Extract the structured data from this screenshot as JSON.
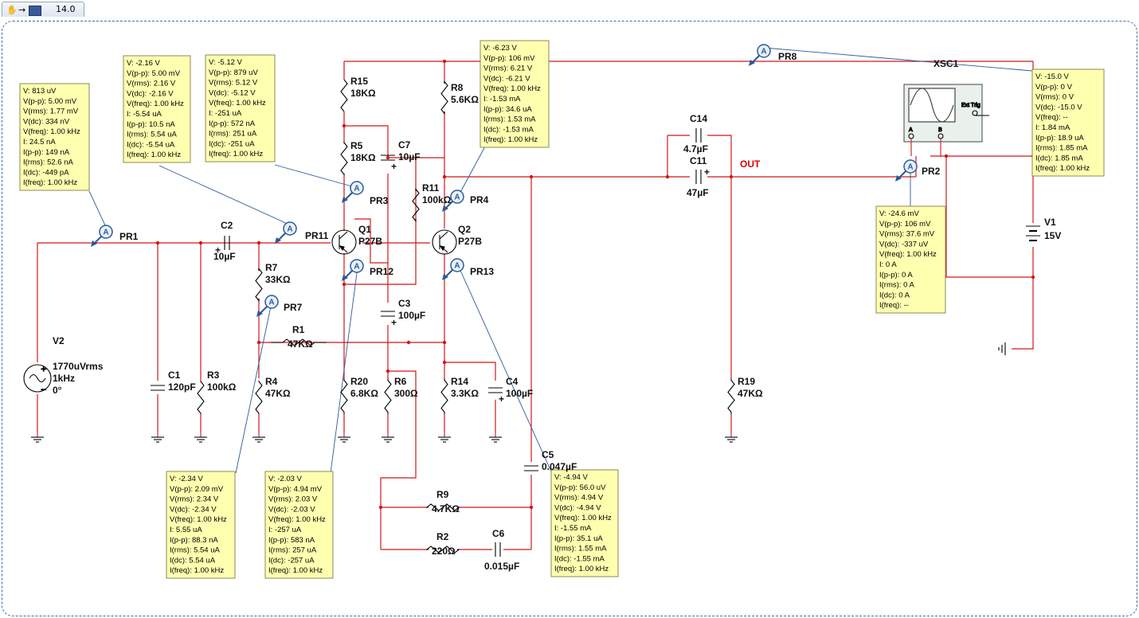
{
  "tab": {
    "zoom": "14.0"
  },
  "labels": {
    "out": "OUT",
    "xsc1": "XSC1",
    "v1_name": "V1",
    "v1_val": "15V",
    "v2_name": "V2",
    "v2_l1": "1770uVrms",
    "v2_l2": "1kHz",
    "v2_l3": "0°",
    "ext_trig": "Ext Trig",
    "ch_a": "A",
    "ch_b": "B"
  },
  "components": [
    {
      "id": "r15",
      "name": "R15",
      "value": "18KΩ"
    },
    {
      "id": "r5",
      "name": "R5",
      "value": "18KΩ"
    },
    {
      "id": "r8",
      "name": "R8",
      "value": "5.6KΩ"
    },
    {
      "id": "r11",
      "name": "R11",
      "value": "100kΩ"
    },
    {
      "id": "r7",
      "name": "R7",
      "value": "33KΩ"
    },
    {
      "id": "r1",
      "name": "R1",
      "value": "47KΩ"
    },
    {
      "id": "r3",
      "name": "R3",
      "value": "100kΩ"
    },
    {
      "id": "r4",
      "name": "R4",
      "value": "47KΩ"
    },
    {
      "id": "r20",
      "name": "R20",
      "value": "6.8KΩ"
    },
    {
      "id": "r6",
      "name": "R6",
      "value": "300Ω"
    },
    {
      "id": "r14",
      "name": "R14",
      "value": "3.3KΩ"
    },
    {
      "id": "r19",
      "name": "R19",
      "value": "47KΩ"
    },
    {
      "id": "r9",
      "name": "R9",
      "value": "4.7KΩ"
    },
    {
      "id": "r2",
      "name": "R2",
      "value": "220Ω"
    },
    {
      "id": "c1",
      "name": "C1",
      "value": "120pF"
    },
    {
      "id": "c2",
      "name": "C2",
      "value": "10µF"
    },
    {
      "id": "c7",
      "name": "C7",
      "value": "10µF"
    },
    {
      "id": "c3",
      "name": "C3",
      "value": "100µF"
    },
    {
      "id": "c4",
      "name": "C4",
      "value": "100µF"
    },
    {
      "id": "c5",
      "name": "C5",
      "value": "0.047µF"
    },
    {
      "id": "c6",
      "name": "C6",
      "value": "0.015µF"
    },
    {
      "id": "c14",
      "name": "C14",
      "value": "4.7µF"
    },
    {
      "id": "c11",
      "name": "C11",
      "value": "47µF"
    },
    {
      "id": "q1",
      "name": "Q1",
      "value": "P27B"
    },
    {
      "id": "q2",
      "name": "Q2",
      "value": "P27B"
    }
  ],
  "probes": [
    {
      "id": "pr1",
      "name": "PR1",
      "readings": [
        "V: 813 uV",
        "V(p-p): 5.00 mV",
        "V(rms): 1.77 mV",
        "V(dc): 334 nV",
        "V(freq): 1.00 kHz",
        "I: 24.5 nA",
        "I(p-p): 149 nA",
        "I(rms): 52.6 nA",
        "I(dc): -449 pA",
        "I(freq): 1.00 kHz"
      ]
    },
    {
      "id": "pr11",
      "name": "PR11",
      "readings": [
        "V: -2.16 V",
        "V(p-p): 5.00 mV",
        "V(rms): 2.16 V",
        "V(dc): -2.16 V",
        "V(freq): 1.00 kHz",
        "I: -5.54 uA",
        "I(p-p): 10.5 nA",
        "I(rms): 5.54 uA",
        "I(dc): -5.54 uA",
        "I(freq): 1.00 kHz"
      ]
    },
    {
      "id": "pr3",
      "name": "PR3",
      "readings": [
        "V: -5.12 V",
        "V(p-p): 879 uV",
        "V(rms): 5.12 V",
        "V(dc): -5.12 V",
        "V(freq): 1.00 kHz",
        "I: -251 uA",
        "I(p-p): 572 nA",
        "I(rms): 251 uA",
        "I(dc): -251 uA",
        "I(freq): 1.00 kHz"
      ]
    },
    {
      "id": "pr4",
      "name": "PR4",
      "readings": [
        "V: -6.23 V",
        "V(p-p): 106 mV",
        "V(rms): 6.21 V",
        "V(dc): -6.21 V",
        "V(freq): 1.00 kHz",
        "I: -1.53 mA",
        "I(p-p): 34.6 uA",
        "I(rms): 1.53 mA",
        "I(dc): -1.53 mA",
        "I(freq): 1.00 kHz"
      ]
    },
    {
      "id": "pr8",
      "name": "PR8",
      "readings": [
        "V: -15.0 V",
        "V(p-p): 0 V",
        "V(rms): 0 V",
        "V(dc): -15.0 V",
        "V(freq): --",
        "I: 1.84 mA",
        "I(p-p): 18.9 uA",
        "I(rms): 1.85 mA",
        "I(dc): 1.85 mA",
        "I(freq): 1.00 kHz"
      ]
    },
    {
      "id": "pr2",
      "name": "PR2",
      "readings": [
        "V: -24.6 mV",
        "V(p-p): 106 mV",
        "V(rms): 37.6 mV",
        "V(dc): -337 uV",
        "V(freq): 1.00 kHz",
        "I: 0 A",
        "I(p-p): 0 A",
        "I(rms): 0 A",
        "I(dc): 0 A",
        "I(freq): --"
      ]
    },
    {
      "id": "pr7",
      "name": "PR7",
      "readings": [
        "V: -2.34 V",
        "V(p-p): 2.09 mV",
        "V(rms): 2.34 V",
        "V(dc): -2.34 V",
        "V(freq): 1.00 kHz",
        "I: 5.55 uA",
        "I(p-p): 88.3 nA",
        "I(rms): 5.54 uA",
        "I(dc): 5.54 uA",
        "I(freq): 1.00 kHz"
      ]
    },
    {
      "id": "pr12",
      "name": "PR12",
      "readings": [
        "V: -2.03 V",
        "V(p-p): 4.94 mV",
        "V(rms): 2.03 V",
        "V(dc): -2.03 V",
        "V(freq): 1.00 kHz",
        "I: -257 uA",
        "I(p-p): 583 nA",
        "I(rms): 257 uA",
        "I(dc): -257 uA",
        "I(freq): 1.00 kHz"
      ]
    },
    {
      "id": "pr13",
      "name": "PR13",
      "readings": [
        "V: -4.94 V",
        "V(p-p): 56.0 uV",
        "V(rms): 4.94 V",
        "V(dc): -4.94 V",
        "V(freq): 1.00 kHz",
        "I: -1.55 mA",
        "I(p-p): 35.1 uA",
        "I(rms): 1.55 mA",
        "I(dc): -1.55 mA",
        "I(freq): 1.00 kHz"
      ]
    }
  ]
}
